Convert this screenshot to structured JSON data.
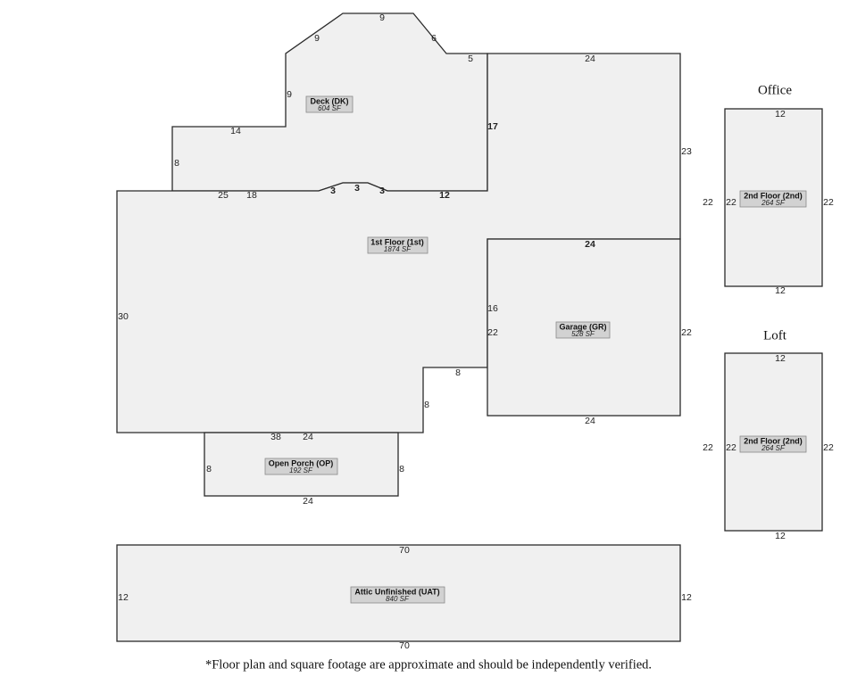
{
  "footnote": "*Floor plan and square footage are approximate and should be independently verified.",
  "section_titles": {
    "office": "Office",
    "loft": "Loft"
  },
  "rooms": {
    "deck": {
      "name": "Deck (DK)",
      "area": "604 SF"
    },
    "first_floor": {
      "name": "1st Floor (1st)",
      "area": "1874 SF"
    },
    "garage": {
      "name": "Garage (GR)",
      "area": "528 SF"
    },
    "open_porch": {
      "name": "Open Porch (OP)",
      "area": "192 SF"
    },
    "attic": {
      "name": "Attic Unfinished (UAT)",
      "area": "840 SF"
    },
    "office_second_floor": {
      "name": "2nd Floor (2nd)",
      "area": "264 SF"
    },
    "loft_second_floor": {
      "name": "2nd Floor (2nd)",
      "area": "264 SF"
    }
  },
  "dimensions": {
    "deck": {
      "d1": "9",
      "d2": "9",
      "d3": "6",
      "d4": "5",
      "d5": "9",
      "d6": "14",
      "d7": "8",
      "d8": "17"
    },
    "first_floor": {
      "d1": "24",
      "d2": "23",
      "d3": "25",
      "d4": "18",
      "d5": "3",
      "d6": "3",
      "d7": "3",
      "d8": "12",
      "d9": "30",
      "d10": "16",
      "d11": "8",
      "d12": "8"
    },
    "garage": {
      "top": "24",
      "left": "22",
      "right": "22",
      "bottom": "24"
    },
    "open_porch": {
      "t1": "38",
      "t2": "24",
      "left": "8",
      "right": "8",
      "bottom": "24"
    },
    "attic": {
      "top": "70",
      "left": "12",
      "right": "12",
      "bottom": "70"
    },
    "office": {
      "top": "12",
      "outer": "22",
      "left": "22",
      "right": "22",
      "bottom": "12"
    },
    "loft": {
      "top": "12",
      "outer": "22",
      "left": "22",
      "right": "22",
      "bottom": "12"
    }
  }
}
